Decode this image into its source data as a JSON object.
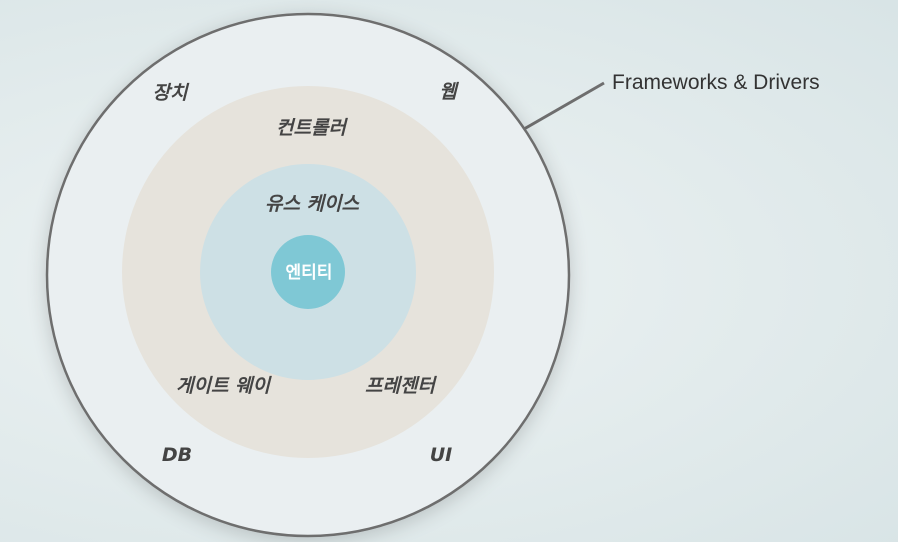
{
  "rings": {
    "frameworks": {
      "items": [
        "장치",
        "웹",
        "DB",
        "UI"
      ],
      "fill": "#eaeff1",
      "stroke": "#6e6e6e"
    },
    "adapters": {
      "items": [
        "컨트롤러",
        "게이트 웨이",
        "프레젠터"
      ],
      "fill": "#e6e3dc"
    },
    "use_cases": {
      "label": "유스 케이스",
      "fill": "#cde0e5"
    },
    "entities": {
      "label": "엔티티",
      "fill": "#7fc8d5"
    }
  },
  "callout": {
    "label": "Frameworks & Drivers",
    "line_color": "#6e6e6e"
  }
}
